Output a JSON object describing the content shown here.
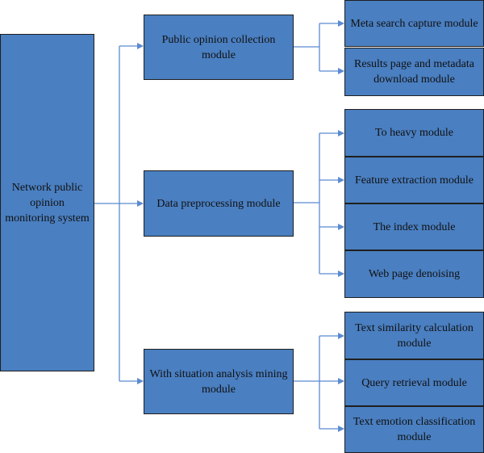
{
  "root": {
    "label": "Network public opinion monitoring system"
  },
  "modules": [
    {
      "label": "Public opinion collection module",
      "children": [
        "Meta search capture module",
        "Results page and metadata download module"
      ]
    },
    {
      "label": "Data preprocessing module",
      "children": [
        "To heavy module",
        "Feature extraction module",
        "The index module",
        "Web page denoising"
      ]
    },
    {
      "label": "With situation analysis mining module",
      "children": [
        "Text similarity calculation module",
        "Query retrieval module",
        "Text emotion classification module"
      ]
    }
  ],
  "colors": {
    "box_fill": "#4a7fc1",
    "box_border": "#1f1f1f",
    "connector": "#5b8bd0"
  }
}
